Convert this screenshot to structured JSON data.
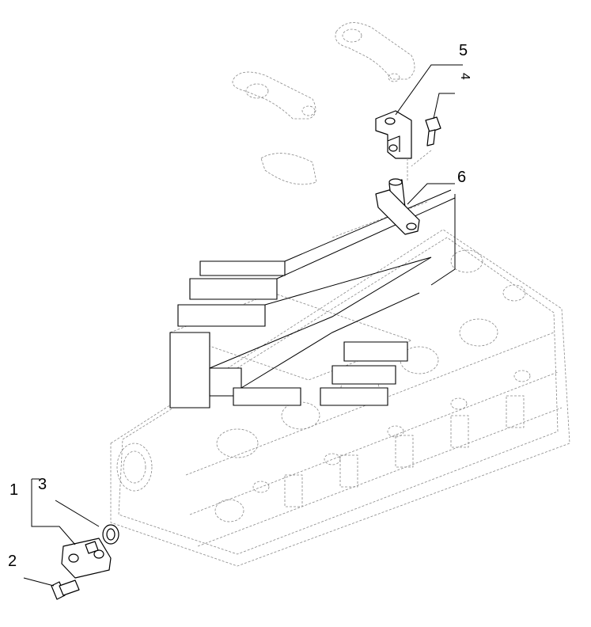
{
  "callouts": {
    "c1": "1",
    "c2": "2",
    "c3": "3",
    "c5": "5",
    "c6": "6",
    "fragment": "4"
  }
}
